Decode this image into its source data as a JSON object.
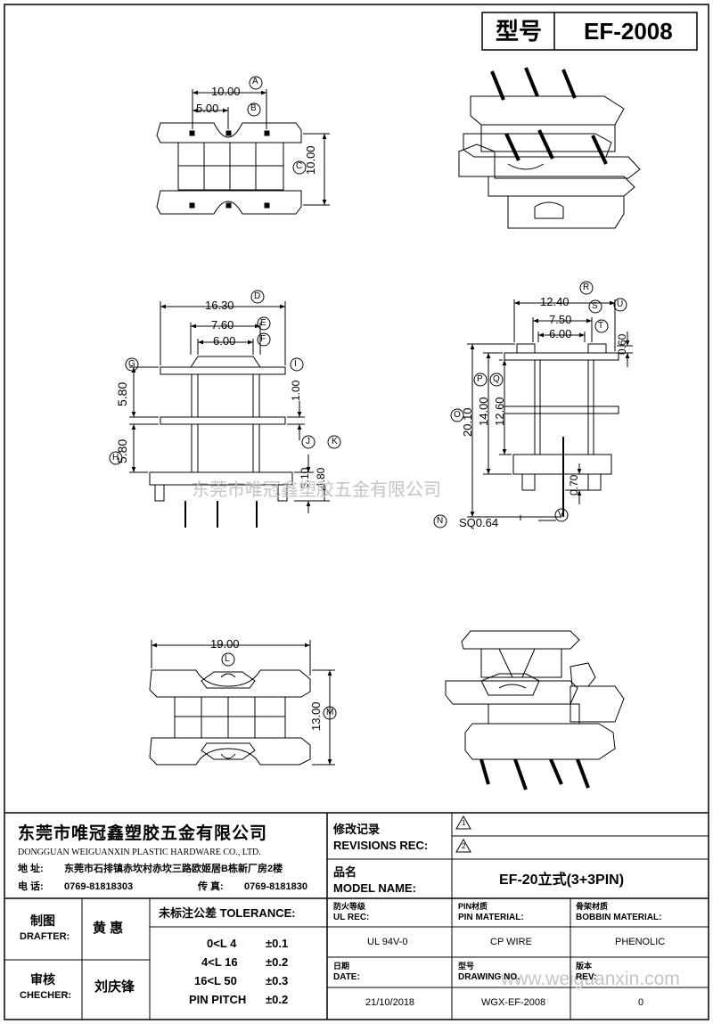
{
  "header": {
    "model_label": "型号",
    "model_value": "EF-2008"
  },
  "dims": {
    "top_view": {
      "d1": "10.00",
      "d2": "5.00",
      "d3": "10.00",
      "A": "A",
      "B": "B",
      "C": "C"
    },
    "front_view": {
      "d1": "16.30",
      "d2": "7.60",
      "d3": "6.00",
      "d4": "5.80",
      "d5": "1.00",
      "d6": "5.80",
      "d7": "3.10",
      "d8": "4.80",
      "D": "D",
      "E": "E",
      "F": "F",
      "G": "G",
      "H": "H",
      "I": "I",
      "J": "J",
      "K": "K"
    },
    "side_view": {
      "d1": "12.40",
      "d2": "7.50",
      "d3": "6.00",
      "d4": "0.60",
      "d5": "20.10",
      "d6": "14.00",
      "d7": "12.60",
      "d8": "0.70",
      "d9": "SQ0.64",
      "R": "R",
      "S": "S",
      "T": "T",
      "U": "U",
      "O": "O",
      "P": "P",
      "Q": "Q",
      "N": "N",
      "V": "V"
    },
    "bottom_view": {
      "d1": "19.00",
      "d2": "13.00",
      "L": "L",
      "M": "M"
    }
  },
  "watermarks": {
    "middle": "东莞市唯冠鑫塑胶五金有限公司",
    "footer": "www.weiguanxin.com"
  },
  "title_block": {
    "company_cn": "东莞市唯冠鑫塑胶五金有限公司",
    "company_en": "DONGGUAN WEIGUANXIN PLASTIC HARDWARE CO., LTD.",
    "address_label": "地  址:",
    "address": "东莞市石排镇赤坎村赤坎三路欧姬居B栋新厂房2楼",
    "phone_label": "电  话:",
    "phone": "0769-81818303",
    "fax_label": "传  真:",
    "fax": "0769-8181830",
    "rev_label_cn": "修改记录",
    "rev_label_en": "REVISIONS REC:",
    "rev1": "1",
    "rev2": "2",
    "model_name_cn": "品名",
    "model_name_en": "MODEL NAME:",
    "model_name": "EF-20立式(3+3PIN)",
    "drafter_cn": "制图",
    "drafter_en": "DRAFTER:",
    "drafter_name": "黄  惠",
    "checker_cn": "审核",
    "checker_en": "CHECHER:",
    "checker_name": "刘庆锋",
    "tolerance_title": "未标注公差 TOLERANCE:",
    "tolerances": [
      {
        "range": "0<L  4",
        "value": "±0.1"
      },
      {
        "range": "4<L  16",
        "value": "±0.2"
      },
      {
        "range": "16<L  50",
        "value": "±0.3"
      },
      {
        "range": "PIN PITCH",
        "value": "±0.2"
      }
    ],
    "ul_cn": "防火等级",
    "ul_en": "UL REC:",
    "ul_value": "UL 94V-0",
    "pin_mat_cn": "PIN材质",
    "pin_mat_en": "PIN MATERIAL:",
    "pin_mat_value": "CP WIRE",
    "bobbin_mat_cn": "骨架材质",
    "bobbin_mat_en": "BOBBIN MATERIAL:",
    "bobbin_mat_value": "PHENOLIC",
    "date_cn": "日期",
    "date_en": "DATE:",
    "date_value": "21/10/2018",
    "drawing_cn": "型号",
    "drawing_en": "DRAWING NO.",
    "drawing_value": "WGX-EF-2008",
    "rev_cn": "版本",
    "rev_en": "REV:",
    "rev_value": "0"
  }
}
